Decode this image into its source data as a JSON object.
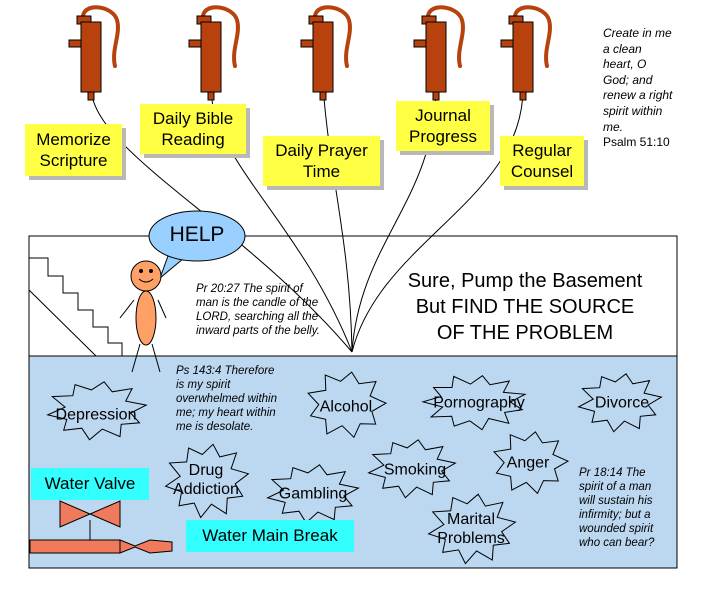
{
  "pump_labels": {
    "memorize": [
      "Memorize",
      "Scripture"
    ],
    "bible": [
      "Daily Bible",
      "Reading"
    ],
    "prayer": [
      "Daily Prayer",
      "Time"
    ],
    "journal": [
      "Journal",
      "Progress"
    ],
    "counsel": [
      "Regular",
      "Counsel"
    ]
  },
  "psalm_quote": {
    "lines": [
      "Create in me",
      "a clean",
      "heart, O",
      "God; and",
      "renew a right",
      "spirit within",
      "me."
    ],
    "reference": "Psalm 51:10"
  },
  "help_bubble": "HELP",
  "headline": [
    "Sure, Pump the Basement",
    "But FIND THE SOURCE",
    "OF THE PROBLEM"
  ],
  "proverb_20_27": [
    "Pr 20:27  The spirit of",
    "man is the candle of the",
    "LORD, searching all the",
    "inward parts of the belly."
  ],
  "psalm_143_4": [
    "Ps 143:4  Therefore",
    "is my spirit",
    "overwhelmed within",
    "me; my heart within",
    "me is desolate."
  ],
  "proverb_18_14": [
    "Pr 18:14  The",
    "spirit of a man",
    "will sustain his",
    "infirmity; but a",
    "wounded spirit",
    "who can bear?"
  ],
  "problems": {
    "depression": "Depression",
    "alcohol": "Alcohol",
    "pornography": "Pornography",
    "divorce": "Divorce",
    "drug_addiction": [
      "Drug",
      "Addiction"
    ],
    "gambling": "Gambling",
    "smoking": "Smoking",
    "anger": "Anger",
    "marital_problems": [
      "Marital",
      "Problems"
    ]
  },
  "water_valve": "Water Valve",
  "water_main_break": "Water Main Break",
  "colors": {
    "water": "#bcd8f0",
    "pump": "#b8420e",
    "label_yellow": "#ffff44",
    "cyan": "#33ffff",
    "pipe_salmon": "#f07a5c",
    "figure": "#ffa066"
  }
}
